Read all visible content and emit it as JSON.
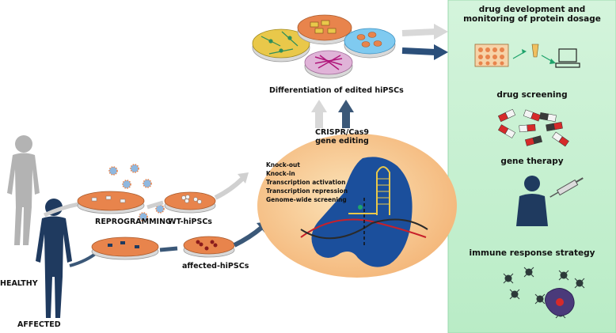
{
  "labels": {
    "healthy": "HEALTHY",
    "affected": "AFFECTED",
    "reprogramming": "REPROGRAMMING",
    "wt_hipscs": "WT-hiPSCs",
    "affected_hipscs": "affected-hiPSCs",
    "differentiation": "Differentiation of edited hiPSCs",
    "crispr_line1": "CRISPR/Cas9",
    "crispr_line2": "gene editing"
  },
  "editing_applications": [
    "Knock-out",
    "Knock-in",
    "Transcription activation",
    "Transcription repression",
    "Genome-wide screening"
  ],
  "panel": {
    "background": "#c9f0d3",
    "drug_dev_line1": "drug development and",
    "drug_dev_line2": "monitoring of protein dosage",
    "drug_screening": "drug screening",
    "gene_therapy": "gene therapy",
    "immune_response": "immune response strategy"
  },
  "colors": {
    "healthy_figure": "#b3b3b3",
    "affected_figure": "#1f3a5f",
    "dish_orange": "#e8844c",
    "ellipse_fill": "#f7c98f",
    "cas9_blue": "#1b4f9c",
    "arrow_grey": "#d8d8d8",
    "arrow_dark": "#3b5878"
  }
}
